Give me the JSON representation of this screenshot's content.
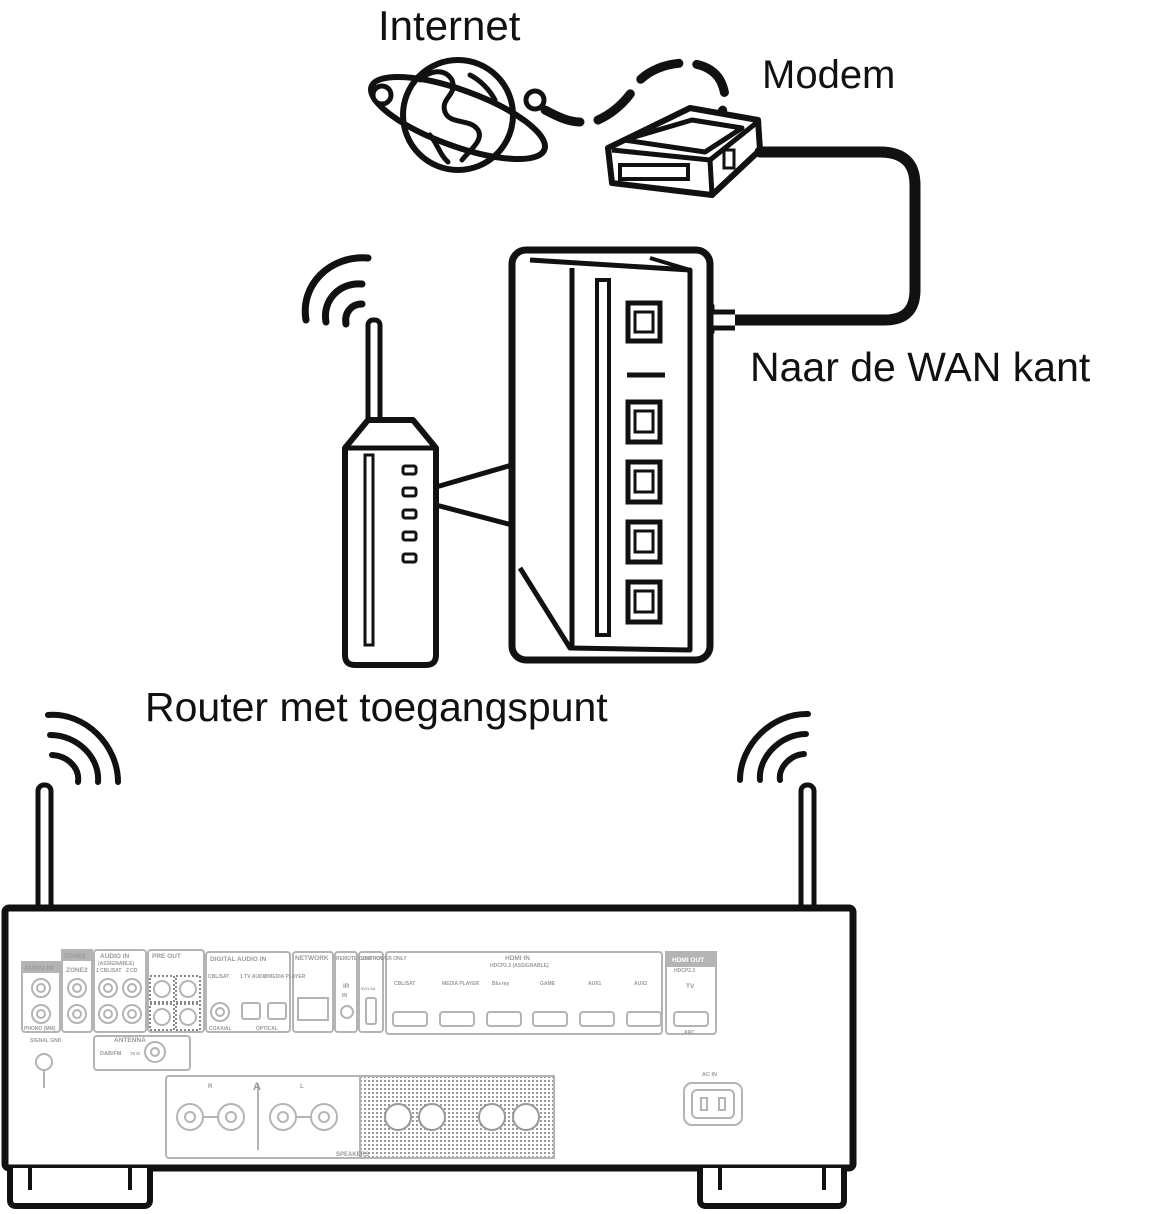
{
  "labels": {
    "internet": "Internet",
    "modem": "Modem",
    "wan_side": "Naar de WAN kant",
    "router": "Router met toegangspunt"
  },
  "panel": {
    "audio_in": "AUDIO IN",
    "zone2": "ZONE2",
    "pre_out": "PRE OUT",
    "audio_in_assignable": "AUDIO IN",
    "assignable": "(ASSIGNABLE)",
    "cbl_sat_1": "1 CBL/SAT",
    "cd_2": "2 CD",
    "digital_audio_in": "DIGITAL AUDIO IN",
    "cbl_sat": "CBL/SAT",
    "tv_audio": "1 TV AUDIO",
    "media_player_2": "2 MEDIA PLAYER",
    "coaxial": "COAXIAL",
    "optical": "OPTICAL",
    "network": "NETWORK",
    "remote_control": "REMOTE CONTROL",
    "ir": "IR",
    "in": "IN",
    "usb_power_only": "USB POWER ONLY",
    "usb_rating": "5V/1.5A",
    "hdmi_in": "HDMI IN",
    "hdcp": "HDCP2.3 (ASSIGNABLE)",
    "hdmi_inputs": [
      "CBL/SAT",
      "MEDIA PLAYER",
      "Blu-ray",
      "GAME",
      "AUX1",
      "AUX2"
    ],
    "hdmi_out": "HDMI OUT",
    "hdcp_out": "HDCP2.3",
    "tv": "TV",
    "arc": "ARC",
    "antenna": "ANTENNA",
    "dab_fm": "DAB/FM",
    "ohm": "75 Ω",
    "phono": "PHONO (MM)",
    "signal_gnd": "SIGNAL GND",
    "speakers": "SPEAKERS",
    "speaker_a": "A",
    "ac_in": "AC IN",
    "r": "R",
    "l": "L"
  }
}
